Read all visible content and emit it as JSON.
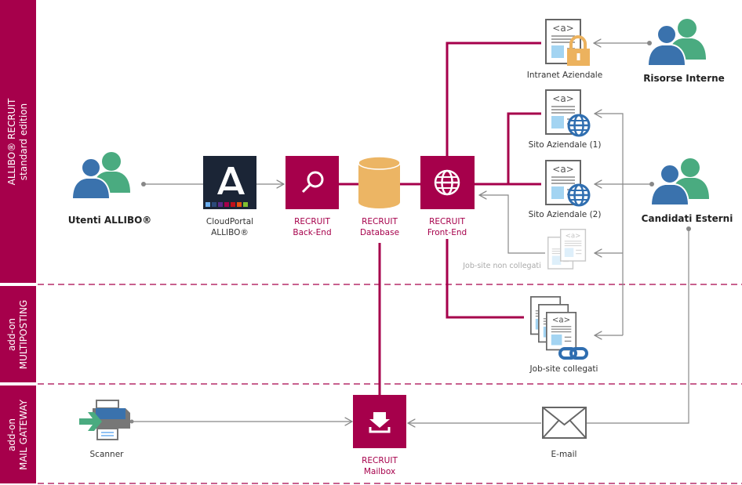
{
  "sections": [
    {
      "line1": "ALLIBO® RECRUIT",
      "line2": "standard edition"
    },
    {
      "line1": "add-on",
      "line2": "MULTIPOSTING"
    },
    {
      "line1": "add-on",
      "line2": "MAIL GATEWAY"
    }
  ],
  "nodes": {
    "utenti": "Utenti ALLIBO®",
    "cloudportal": {
      "line1": "CloudPortal",
      "line2": "ALLIBO®"
    },
    "backend": {
      "line1": "RECRUIT",
      "line2": "Back-End"
    },
    "database": {
      "line1": "RECRUIT",
      "line2": "Database"
    },
    "frontend": {
      "line1": "RECRUIT",
      "line2": "Front-End"
    },
    "intranet": "Intranet Aziendale",
    "sito1": "Sito Aziendale (1)",
    "sito2": "Sito Aziendale (2)",
    "jobsite_non": "Job-site non collegati",
    "jobsite_coll": "Job-site collegati",
    "risorse": "Risorse Interne",
    "candidati": "Candidati Esterni",
    "scanner": "Scanner",
    "mailbox": {
      "line1": "RECRUIT",
      "line2": "Mailbox"
    },
    "email": "E-mail",
    "doc_tag": "<a>"
  },
  "colors": {
    "brand": "#a6004b",
    "connector": "#888888",
    "cloudportal_bg": "#1b2536",
    "database": "#ecb564",
    "person_blue": "#3a72ad",
    "person_green": "#4aab80",
    "icon_blue": "#2f6eb0",
    "lock": "#ecb25e"
  },
  "icons": [
    "user-group-icon",
    "cloudportal-logo",
    "search-icon",
    "database-icon",
    "globe-icon",
    "web-page-icon",
    "lock-icon",
    "link-icon",
    "scanner-icon",
    "download-icon",
    "envelope-icon"
  ]
}
